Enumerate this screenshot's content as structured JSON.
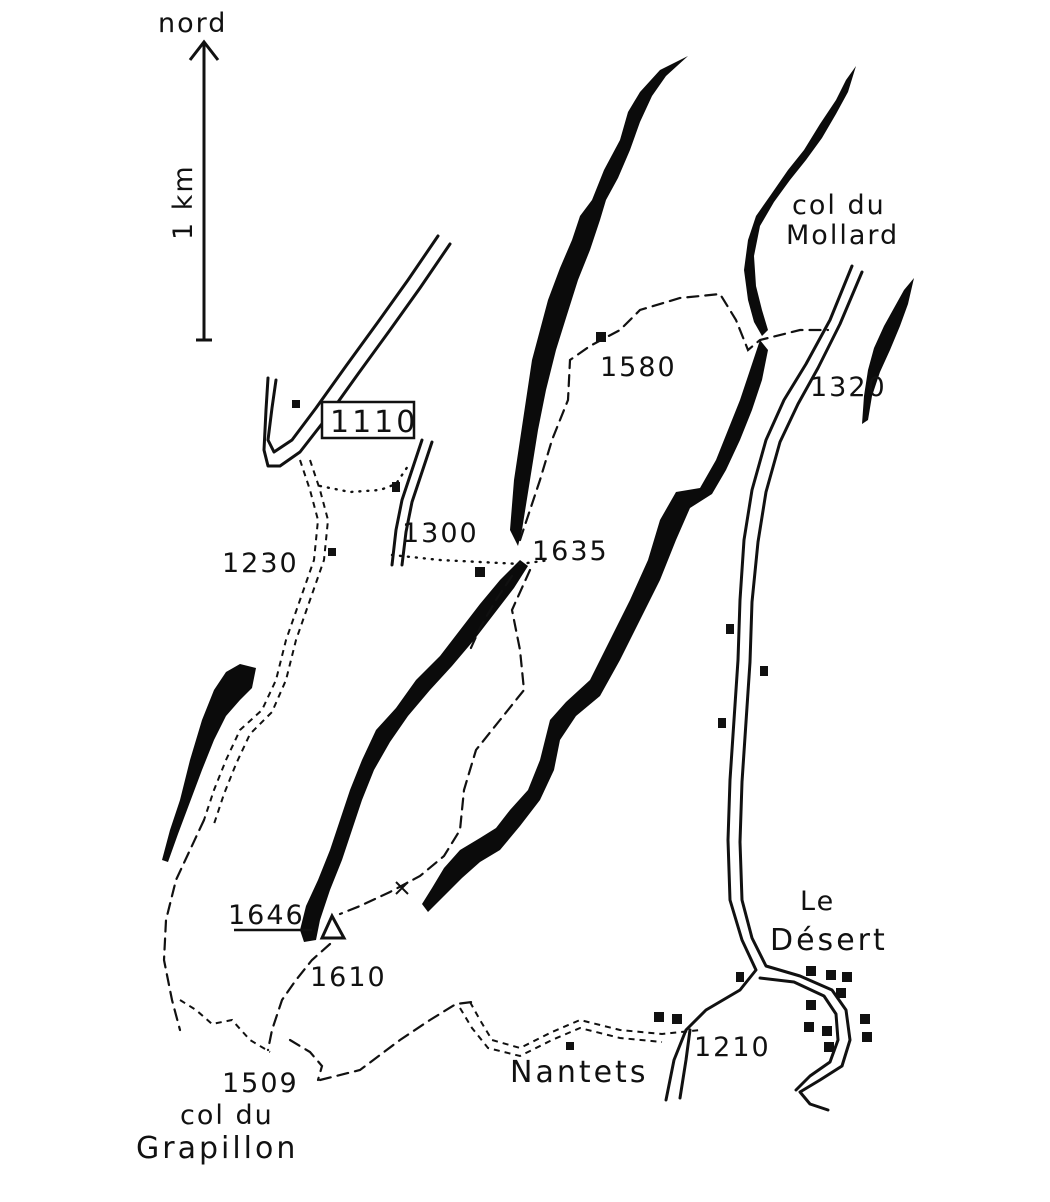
{
  "north_label": "nord",
  "scale_label": "1 km",
  "places": {
    "col_du_mollard_line1": "col du",
    "col_du_mollard_line2": "Mollard",
    "le_desert_line1": "Le",
    "le_desert_line2": "Désert",
    "nantets": "Nantets",
    "col_du_grapillon_line1": "col du",
    "col_du_grapillon_line2": "Grapillon"
  },
  "elevations": {
    "e1110": "1110",
    "e1230": "1230",
    "e1300": "1300",
    "e1635": "1635",
    "e1580": "1580",
    "e1320": "1320",
    "e1646": "1646",
    "e1610": "1610",
    "e1509": "1509",
    "e1210": "1210"
  },
  "colors": {
    "ink": "#111111",
    "paper": "#ffffff"
  }
}
